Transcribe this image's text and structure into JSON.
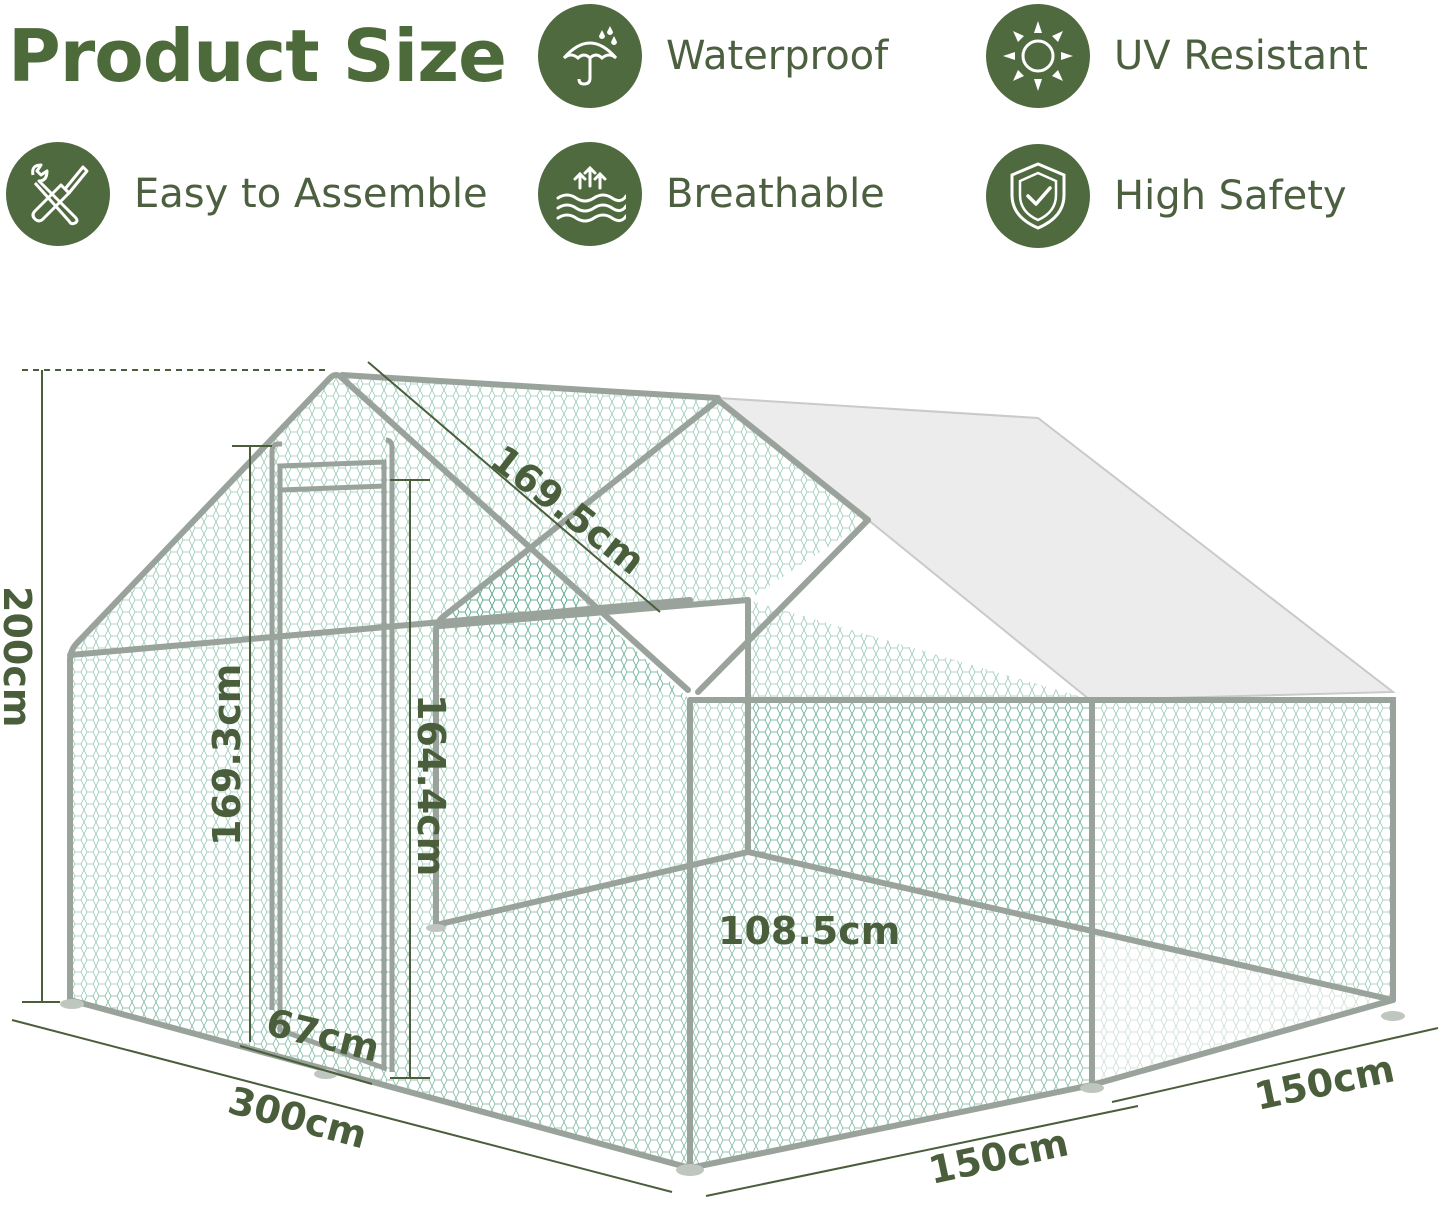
{
  "title": "Product Size",
  "features": [
    {
      "label": "Waterproof",
      "icon": "umbrella-rain-icon"
    },
    {
      "label": "UV Resistant",
      "icon": "sun-icon"
    },
    {
      "label": "Easy to Assemble",
      "icon": "wrench-screwdriver-icon"
    },
    {
      "label": "Breathable",
      "icon": "air-waves-icon"
    },
    {
      "label": "High Safety",
      "icon": "shield-check-icon"
    }
  ],
  "dimensions": {
    "height_total": "200cm",
    "roof_slope": "169.5cm",
    "door_height_outer": "169.3cm",
    "door_height_inner": "164.4cm",
    "side_height": "108.5cm",
    "door_width": "67cm",
    "length": "300cm",
    "width_front": "150cm",
    "width_side": "150cm"
  },
  "colors": {
    "accent": "#4f6a3f",
    "frame": "#9aa39b",
    "mesh": "#3f9a78",
    "cover": "#ececec"
  }
}
